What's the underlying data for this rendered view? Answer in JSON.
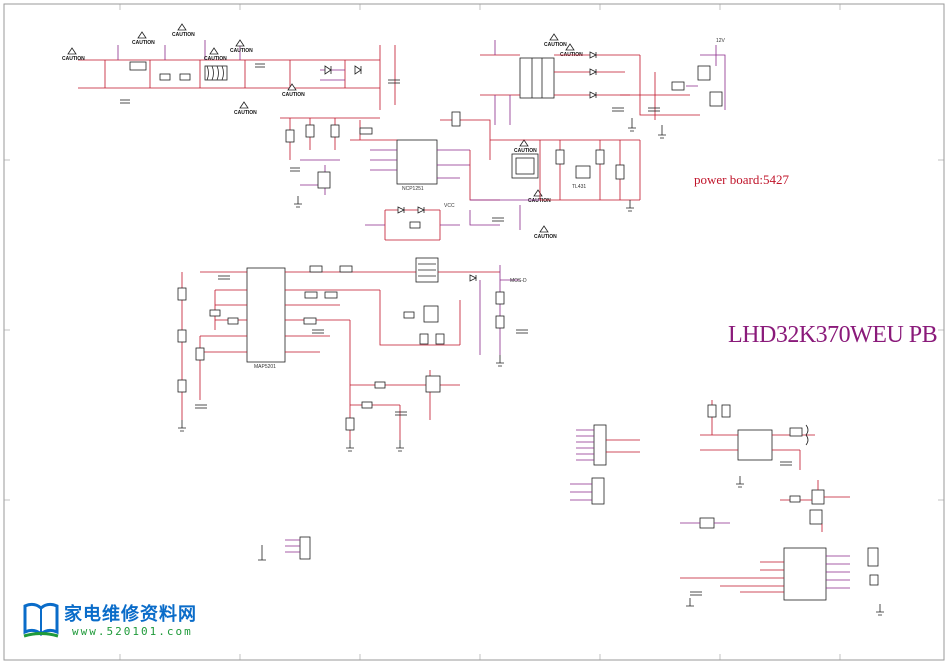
{
  "board_note": "power board:5427",
  "model_title": "LHD32K370WEU PB",
  "logo": {
    "text": "家电维修资料网",
    "url": "www.520101.com",
    "icon": "book-icon"
  },
  "labels": {
    "caution": "CAUTION",
    "vcc": "VCC",
    "main_ic": "NCP1251",
    "pfc_ic": "MAP5201",
    "ic_small": "TL431",
    "ref_12v": "12V",
    "mos": "MOS-D"
  },
  "colors": {
    "wire_red": "#c0142a",
    "wire_purple": "#8a2a8a",
    "title_purple": "#8a1a7a",
    "logo_blue": "#0a6cc9",
    "logo_green": "#1f9a3a"
  }
}
